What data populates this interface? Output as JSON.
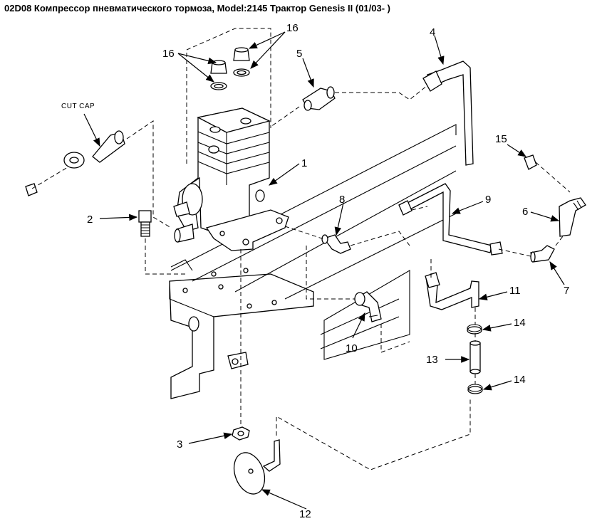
{
  "title": "02D08 Компрессор пневматического тормоза, Model:2145 Трактор Genesis II (01/03- )",
  "annotations": {
    "cut_cap": "CUT CAP"
  },
  "callouts": [
    "1",
    "2",
    "3",
    "4",
    "5",
    "6",
    "7",
    "8",
    "9",
    "10",
    "11",
    "12",
    "13",
    "14",
    "15",
    "16"
  ]
}
